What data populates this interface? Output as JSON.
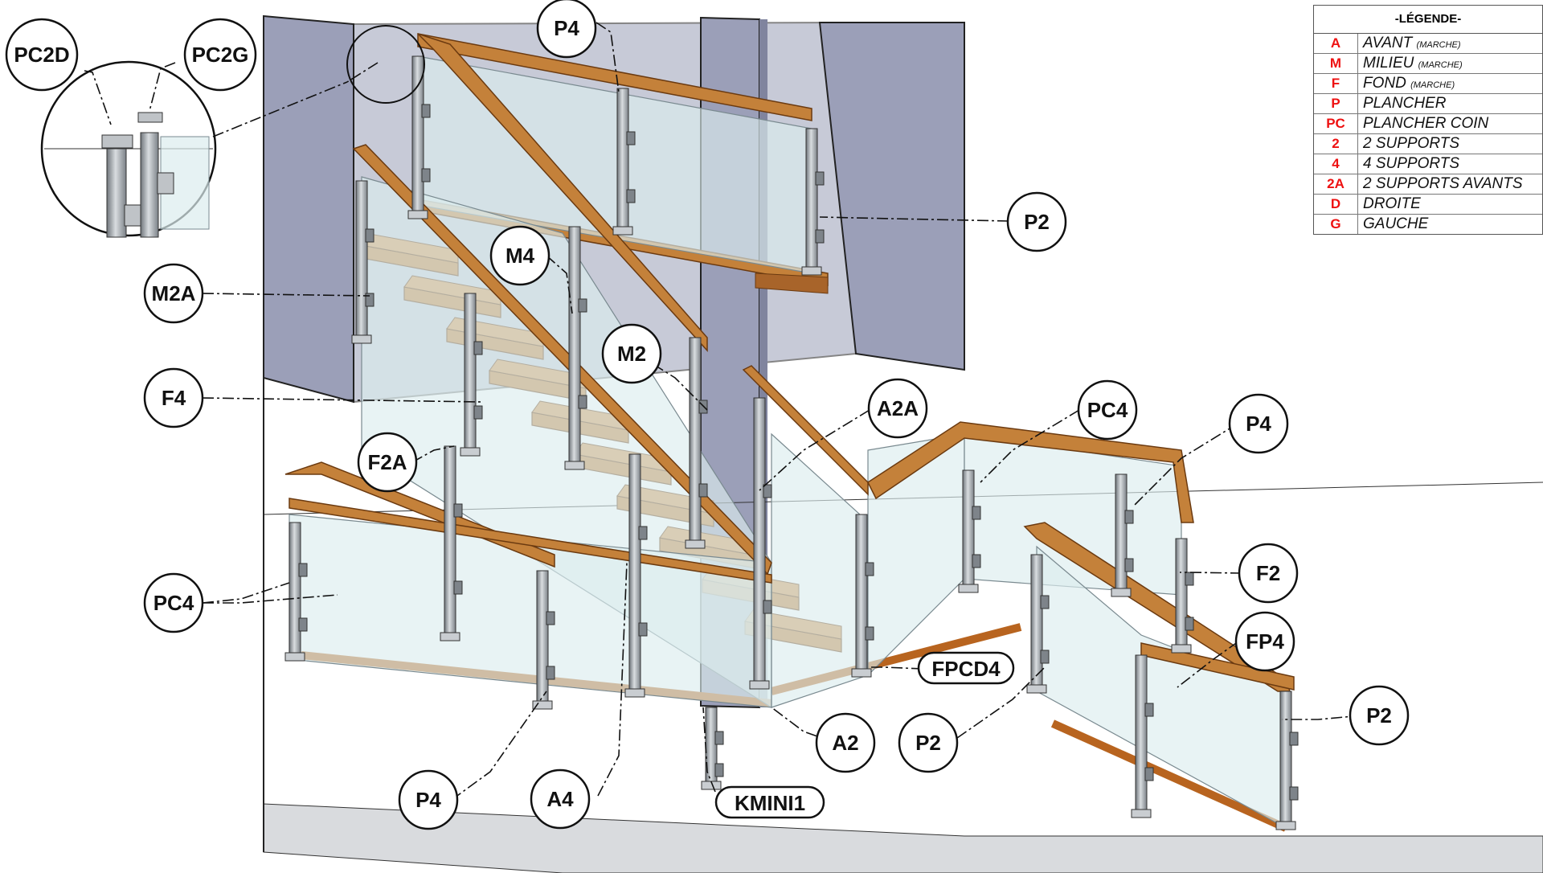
{
  "legend": {
    "title": "-LÉGENDE-",
    "items": [
      {
        "code": "A",
        "label": "AVANT",
        "sub": "(MARCHE)"
      },
      {
        "code": "M",
        "label": "MILIEU",
        "sub": "(MARCHE)"
      },
      {
        "code": "F",
        "label": "FOND",
        "sub": "(MARCHE)"
      },
      {
        "code": "P",
        "label": "PLANCHER",
        "sub": ""
      },
      {
        "code": "PC",
        "label": "PLANCHER COIN",
        "sub": ""
      },
      {
        "code": "2",
        "label": "2 SUPPORTS",
        "sub": ""
      },
      {
        "code": "4",
        "label": "4 SUPPORTS",
        "sub": ""
      },
      {
        "code": "2A",
        "label": "2 SUPPORTS AVANTS",
        "sub": ""
      },
      {
        "code": "D",
        "label": "DROITE",
        "sub": ""
      },
      {
        "code": "G",
        "label": "GAUCHE",
        "sub": ""
      }
    ]
  },
  "callouts": {
    "pc2d": "PC2D",
    "pc2g": "PC2G",
    "p4_top": "P4",
    "p2_top": "P2",
    "m4": "M4",
    "m2a": "M2A",
    "m2": "M2",
    "f4": "F4",
    "a2a": "A2A",
    "pc4_right": "PC4",
    "p4_right": "P4",
    "f2a": "F2A",
    "pc4_left": "PC4",
    "f2": "F2",
    "fp4": "FP4",
    "fpcd4": "FPCD4",
    "p2_mid": "P2",
    "p2_right": "P2",
    "a2": "A2",
    "p4_bottom": "P4",
    "a4": "A4",
    "kmini1": "KMINI1"
  },
  "colors": {
    "wall": "#9b9fb8",
    "wall_dark": "#80849e",
    "wood": "#c4813a",
    "wood_dark": "#8f5220",
    "glass": "#dcecee",
    "steel": "#9aa0a6",
    "legend_code": "#ee1111"
  }
}
